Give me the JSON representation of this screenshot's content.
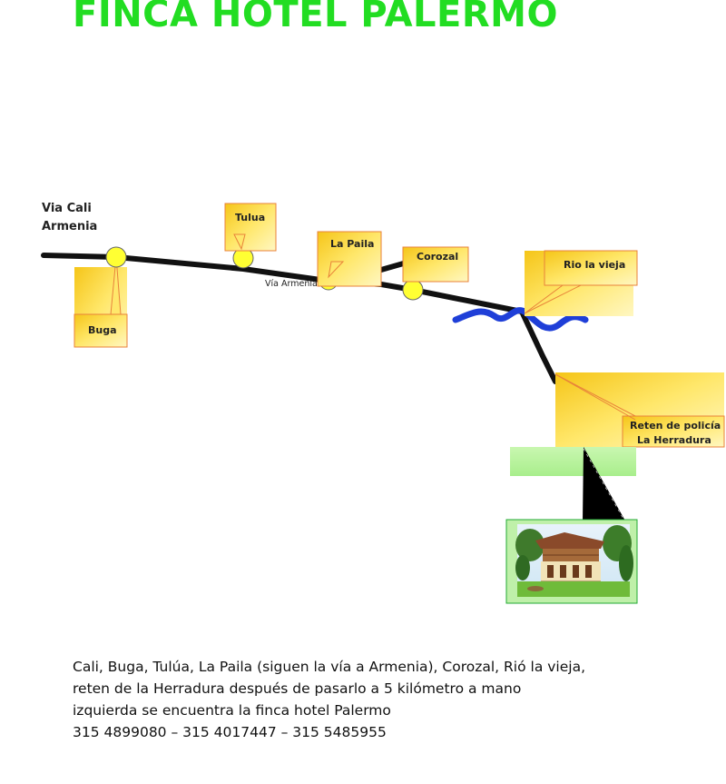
{
  "title": "FINCA HOTEL PALERMO",
  "origin": {
    "line1": "Via Cali",
    "line2": "Armenia"
  },
  "road_label": "Vía Armenia",
  "stops": {
    "buga": "Buga",
    "tulua": "Tulua",
    "la_paila": "La Paila",
    "corozal": "Corozal",
    "rio": "Rio la vieja",
    "reten_line1": "Reten de policía",
    "reten_line2": "La Herradura"
  },
  "description": {
    "line1": "Cali, Buga, Tulúa, La Paila (siguen la vía a Armenia), Corozal, Rió la vieja,",
    "line2": "reten de la Herradura  después de pasarlo a 5 kilómetro a mano",
    "line3": "izquierda se encuentra la finca hotel  Palermo",
    "phones": "315 4899080 – 315 4017447 – 315 5485955"
  },
  "colors": {
    "title": "#22dd22",
    "road": "#111111",
    "marker": "#ffff33",
    "river": "#1f3fd8",
    "callout_border": "#e8823a",
    "photo_frame": "#22aa33"
  }
}
